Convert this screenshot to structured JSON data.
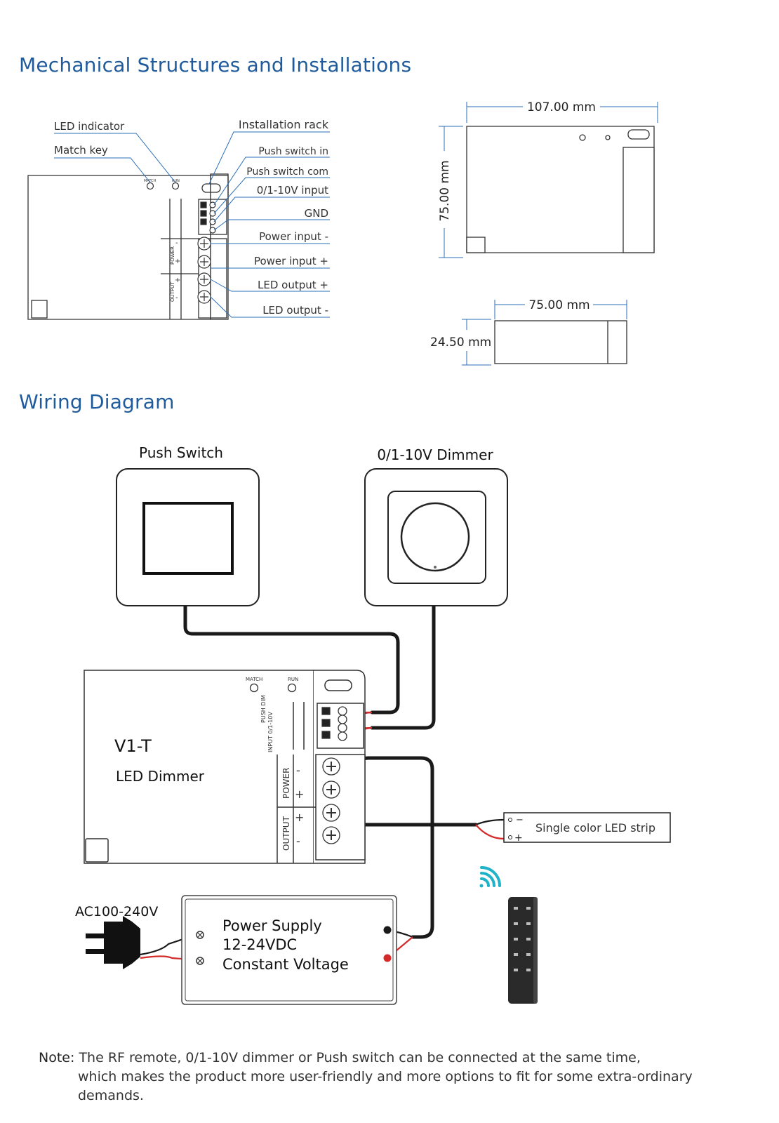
{
  "mechanical": {
    "title": "Mechanical Structures and Installations",
    "callouts": {
      "led_indicator": "LED indicator",
      "match_key": "Match key",
      "installation_rack": "Installation rack",
      "push_switch_in": "Push switch in",
      "push_switch_com": "Push switch com",
      "dim_input": "0/1-10V input",
      "gnd": "GND",
      "power_input_minus": "Power input -",
      "power_input_plus": "Power input +",
      "led_output_plus": "LED output +",
      "led_output_minus": "LED output -"
    },
    "device_labels": {
      "match": "MATCH",
      "run": "RUN",
      "push_dim": "PUSH DIM",
      "input_010v": "INPUT 0/1-10V",
      "power": "POWER",
      "output": "OUTPUT",
      "plus": "+",
      "minus": "-"
    },
    "dimensions": {
      "length": "107.00 mm",
      "width": "75.00 mm",
      "depth_width": "75.00 mm",
      "height": "24.50 mm"
    }
  },
  "wiring": {
    "title": "Wiring Diagram",
    "push_switch_label": "Push Switch",
    "dimmer_label": "0/1-10V Dimmer",
    "device_model": "V1-T",
    "device_name": "LED Dimmer",
    "led_strip_label": "Single color LED strip",
    "ac_label": "AC100-240V",
    "power_supply": {
      "line1": "Power Supply",
      "line2": "12-24VDC",
      "line3": "Constant Voltage"
    }
  },
  "note": {
    "prefix": "Note:",
    "line1": "The RF remote, 0/1-10V dimmer or Push switch can be connected at the same time,",
    "line2": "which makes the product more user-friendly and more options to fit for some extra-ordinary demands."
  },
  "colors": {
    "heading": "#1f5b9c",
    "callout_line": "#2c6fb8",
    "wire_red": "#d42a2a",
    "wire_black": "#1a1a1a",
    "wifi": "#1fb2c8"
  }
}
